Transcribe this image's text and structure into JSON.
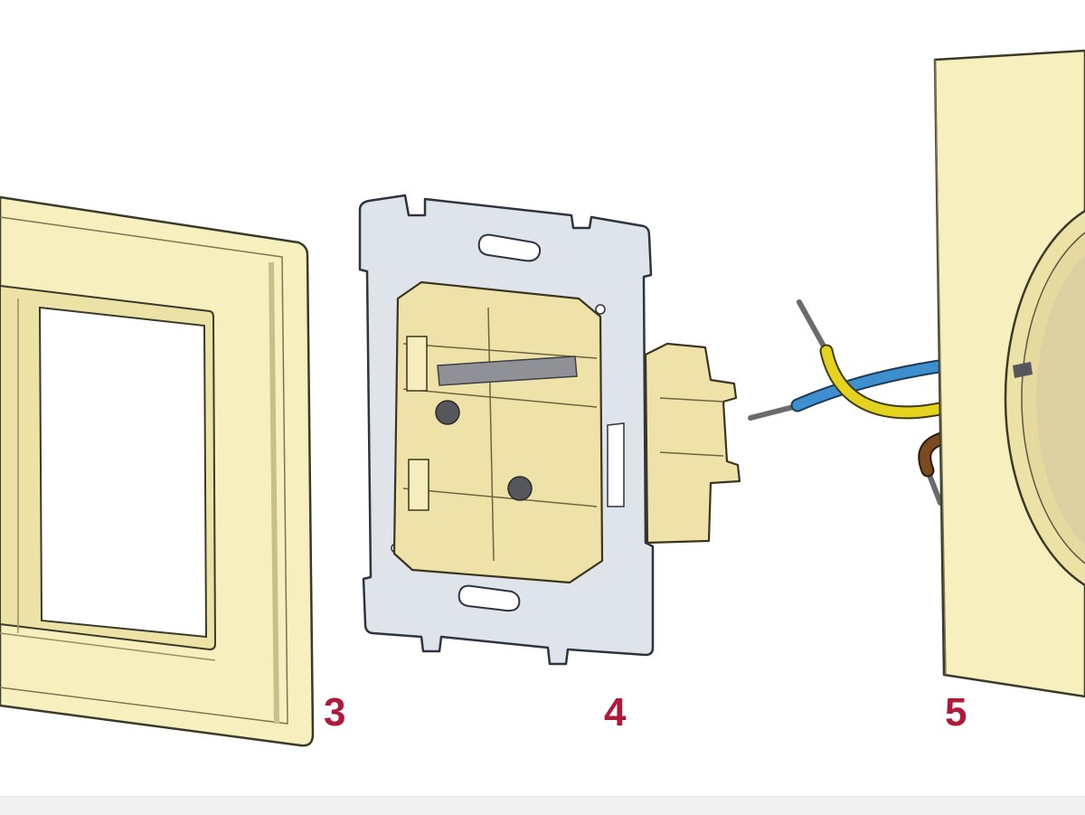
{
  "labels": {
    "frame": "3",
    "mechanism": "4",
    "wall_box": "5"
  },
  "colors": {
    "label": "#b0193a",
    "frame_fill": "#f7efbd",
    "plate_fill": "#dfe3ea",
    "mechanism_fill": "#efe2a8",
    "wire_blue": "#3d8fd0",
    "wire_yellow": "#e4d21e",
    "wire_brown": "#7a4a22"
  },
  "icons": [
    "socket-frame",
    "mounting-plate",
    "switch-mechanism",
    "wires",
    "wall-box"
  ]
}
